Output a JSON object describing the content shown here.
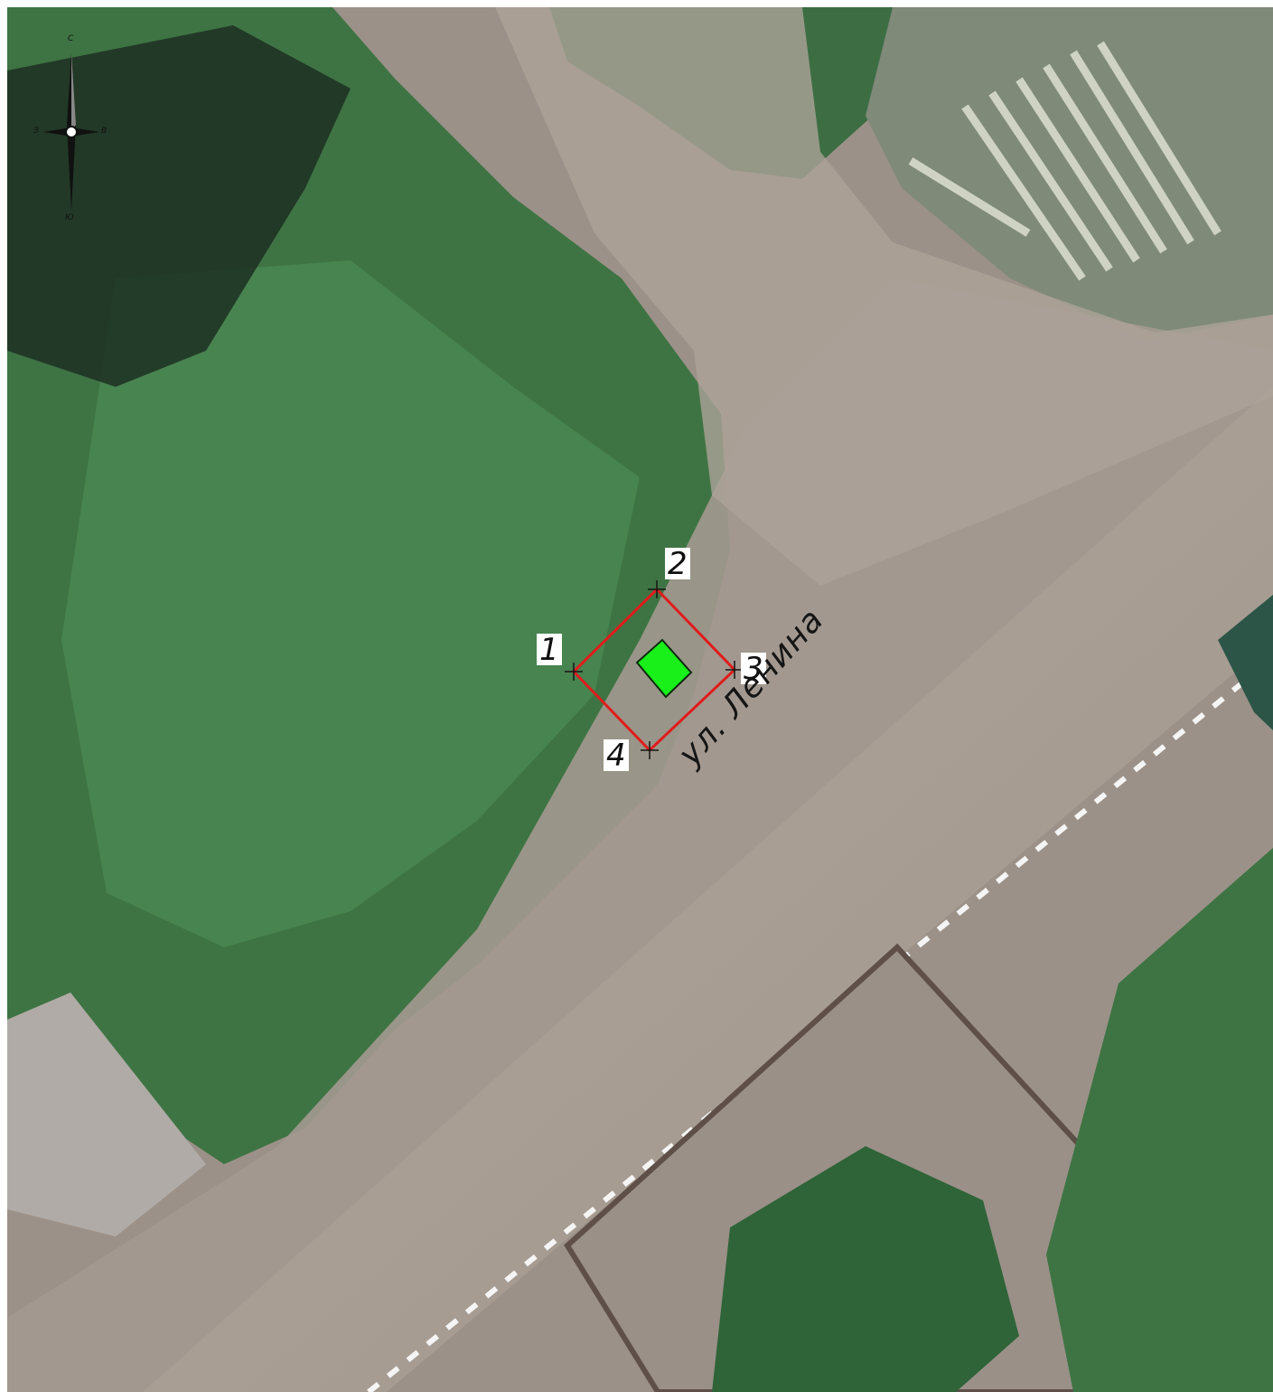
{
  "map": {
    "street_name": "ул. Ленина",
    "points": [
      {
        "label": "1"
      },
      {
        "label": "2"
      },
      {
        "label": "3"
      },
      {
        "label": "4"
      }
    ],
    "compass": {
      "north": "С",
      "west": "З",
      "east": "В",
      "south": "Ю"
    },
    "colors": {
      "boundary": "#e01c1c",
      "object_fill": "#19f01a",
      "road": "#a69b91",
      "vegetation": "#3d7b48",
      "lane_marking": "#f5f5f5"
    },
    "icons": [
      "compass-rose-icon",
      "point-marker-icon"
    ]
  }
}
